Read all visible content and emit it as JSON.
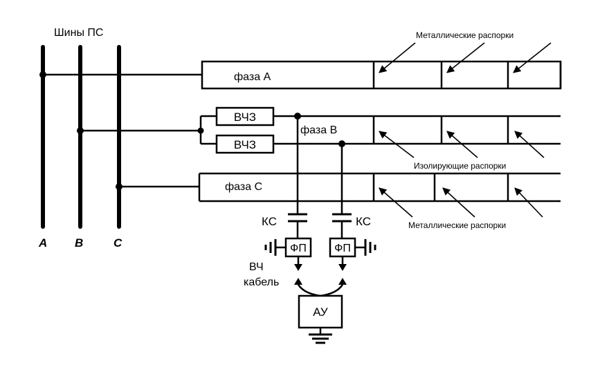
{
  "title": "Шины ПС",
  "buses": [
    "A",
    "B",
    "C"
  ],
  "phases": {
    "a": "фаза A",
    "b": "фаза B",
    "c": "фаза C"
  },
  "vchz": [
    "ВЧЗ",
    "ВЧЗ"
  ],
  "ks": [
    "КС",
    "КС"
  ],
  "fp": [
    "ФП",
    "ФП"
  ],
  "vch_cable": [
    "ВЧ",
    "кабель"
  ],
  "au": "АУ",
  "spacers": {
    "metal_top": "Металлические распорки",
    "insulating": "Изолирующие распорки",
    "metal_bottom": "Металлические распорки"
  }
}
